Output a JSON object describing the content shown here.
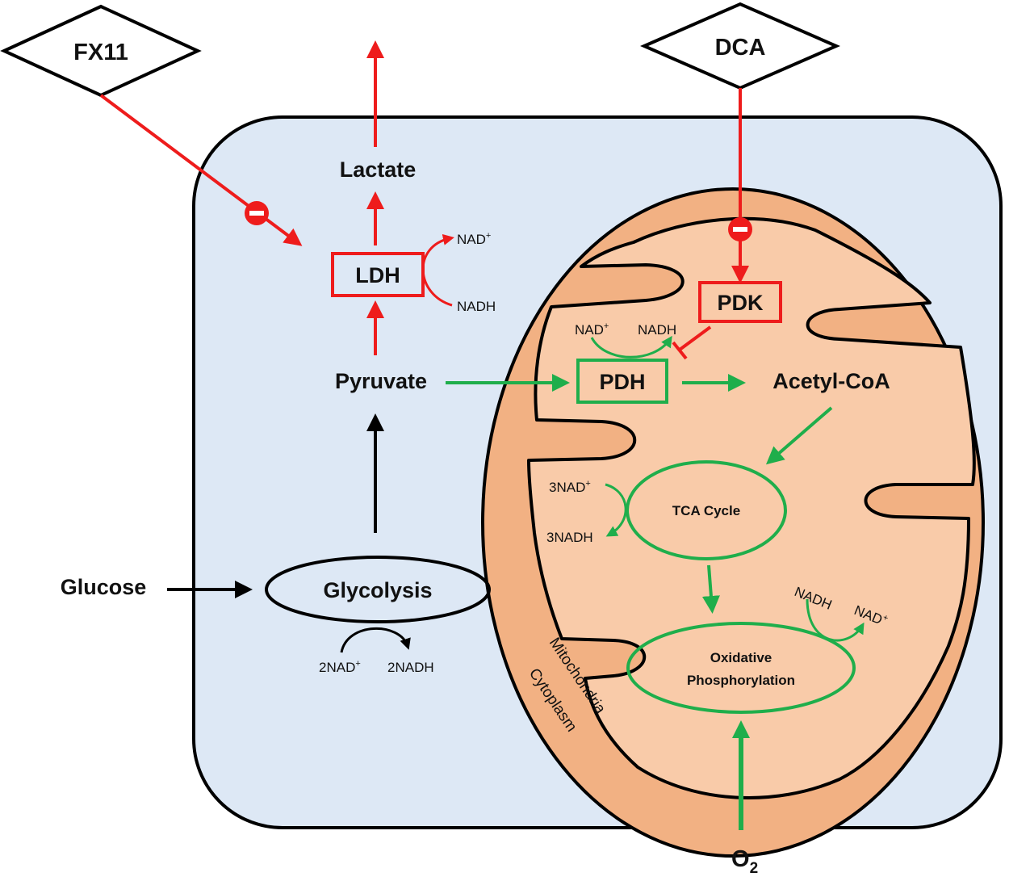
{
  "drugs": {
    "fx11": "FX11",
    "dca": "DCA"
  },
  "metabolites": {
    "lactate": "Lactate",
    "pyruvate": "Pyruvate",
    "glucose": "Glucose",
    "acetyl_coa": "Acetyl-CoA",
    "oxygen": "O",
    "oxygen_sub": "2"
  },
  "enzymes": {
    "ldh": "LDH",
    "pdk": "PDK",
    "pdh": "PDH"
  },
  "processes": {
    "glycolysis": "Glycolysis",
    "tca": "TCA Cycle",
    "oxphos_line1": "Oxidative",
    "oxphos_line2": "Phosphorylation"
  },
  "cofactors": {
    "ldh_nad": "NAD",
    "ldh_nadh": "NADH",
    "pdh_nad": "NAD",
    "pdh_nadh": "NADH",
    "tca_nad": "3NAD",
    "tca_nadh": "3NADH",
    "glyc_nad": "2NAD",
    "glyc_nadh": "2NADH",
    "ox_nadh": "NADH",
    "ox_nad": "NAD",
    "plus": "+"
  },
  "compartments": {
    "mitochondria": "Mitochondria",
    "cytoplasm": "Cytoplasm"
  },
  "inhibit_symbol": "–",
  "colors": {
    "cell_fill": "#dde8f5",
    "mito_outer": "#f2b183",
    "mito_inner": "#f9cba9",
    "inhibit_red": "#ee1c1c",
    "active_green": "#1fae4b",
    "neutral": "#000000"
  }
}
